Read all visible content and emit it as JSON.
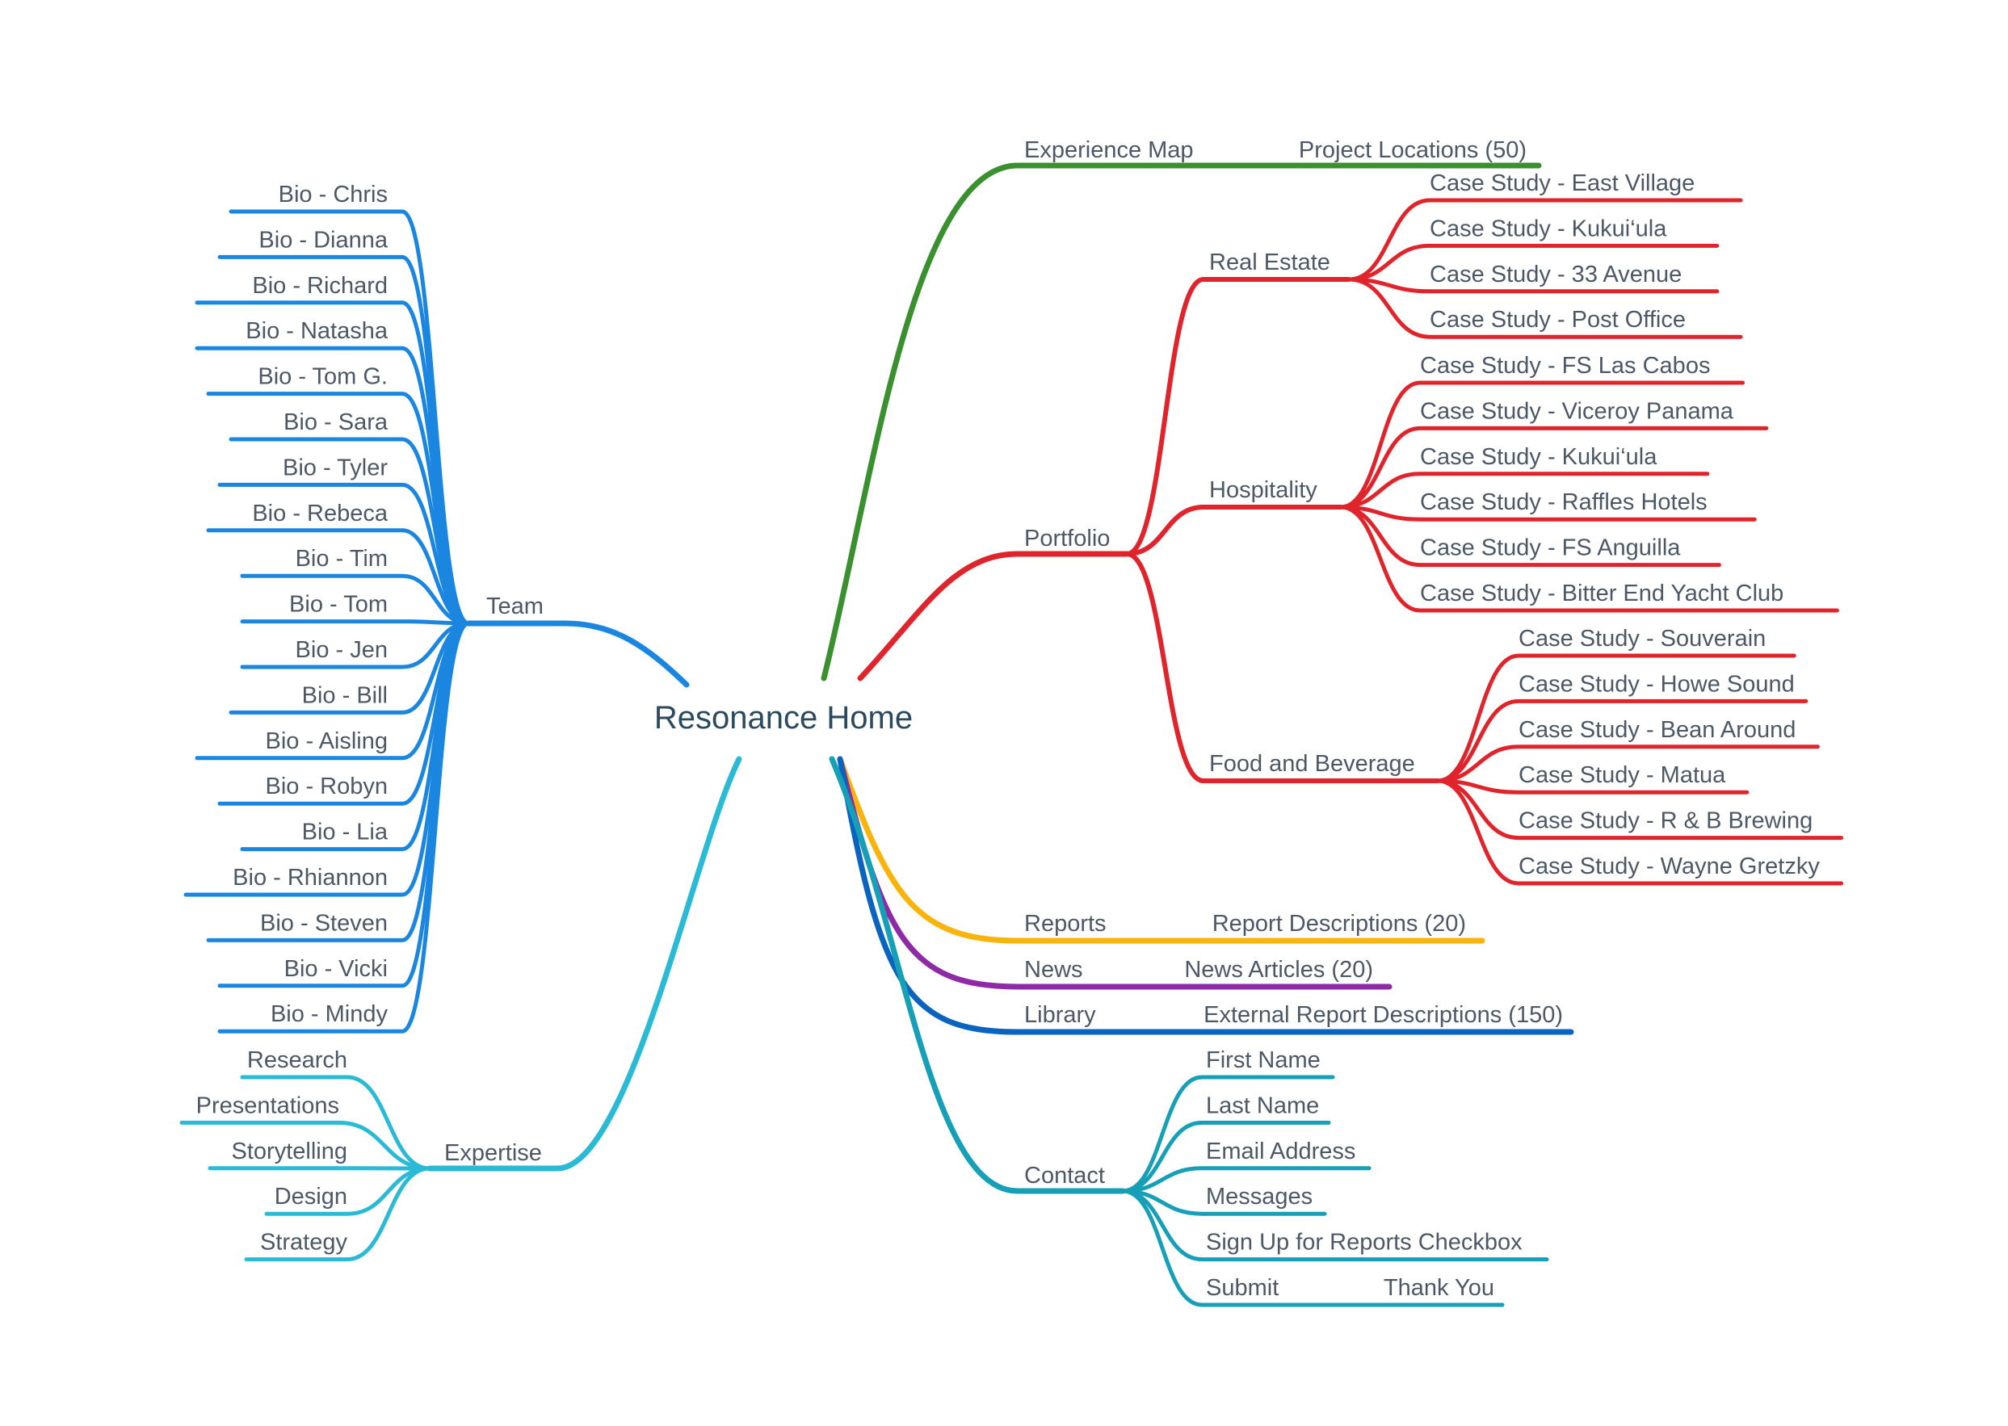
{
  "root": {
    "label": "Resonance Home"
  },
  "colors": {
    "team": "#1a86e0",
    "expertise": "#2bbad6",
    "experience": "#3a8f2e",
    "portfolio": "#e0242c",
    "reports": "#f8b40b",
    "news": "#8e2aa6",
    "library": "#0a64bf",
    "contact": "#169fb6",
    "text": "#4d5866",
    "root_text": "#2b4a5e"
  },
  "left": {
    "team": {
      "label": "Team",
      "children": [
        "Bio - Chris",
        "Bio - Dianna",
        "Bio -  Richard",
        "Bio -  Natasha",
        "Bio -  Tom G.",
        "Bio -  Sara",
        "Bio -  Tyler",
        "Bio -  Rebeca",
        "Bio -  Tim",
        "Bio -  Tom",
        "Bio -  Jen",
        "Bio -  Bill",
        "Bio -  Aisling",
        "Bio -  Robyn",
        "Bio -  Lia",
        "Bio -  Rhiannon",
        "Bio -  Steven",
        "Bio -  Vicki",
        "Bio -  Mindy"
      ]
    },
    "expertise": {
      "label": "Expertise",
      "children": [
        "Research",
        "Presentations",
        "Storytelling",
        "Design",
        "Strategy"
      ]
    }
  },
  "right": {
    "experience": {
      "label": "Experience Map",
      "child": "Project Locations (50)"
    },
    "portfolio": {
      "label": "Portfolio",
      "groups": [
        {
          "label": "Real Estate",
          "children": [
            "Case Study - East Village",
            "Case Study -  Kukui‘ula",
            "Case Study -  33 Avenue",
            "Case Study -  Post Office"
          ]
        },
        {
          "label": "Hospitality",
          "children": [
            "Case Study -  FS Las Cabos",
            "Case Study -  Viceroy Panama",
            "Case Study -  Kukui‘ula",
            "Case Study - Raffles Hotels",
            "Case Study - FS Anguilla",
            "Case Study - Bitter End Yacht Club"
          ]
        },
        {
          "label": "Food and Beverage",
          "children": [
            "Case Study - Souverain",
            "Case Study - Howe Sound",
            "Case Study - Bean Around",
            "Case Study - Matua",
            "Case Study - R & B Brewing",
            "Case Study - Wayne Gretzky"
          ]
        }
      ]
    },
    "reports": {
      "label": "Reports",
      "child": "Report Descriptions (20)"
    },
    "news": {
      "label": "News",
      "child": "News Articles (20)"
    },
    "library": {
      "label": "Library",
      "child": "External Report Descriptions (150)"
    },
    "contact": {
      "label": "Contact",
      "children": [
        "First Name",
        "Last Name",
        "Email Address",
        "Messages",
        "Sign Up for Reports Checkbox",
        "Submit"
      ],
      "submit_child": "Thank You"
    }
  }
}
